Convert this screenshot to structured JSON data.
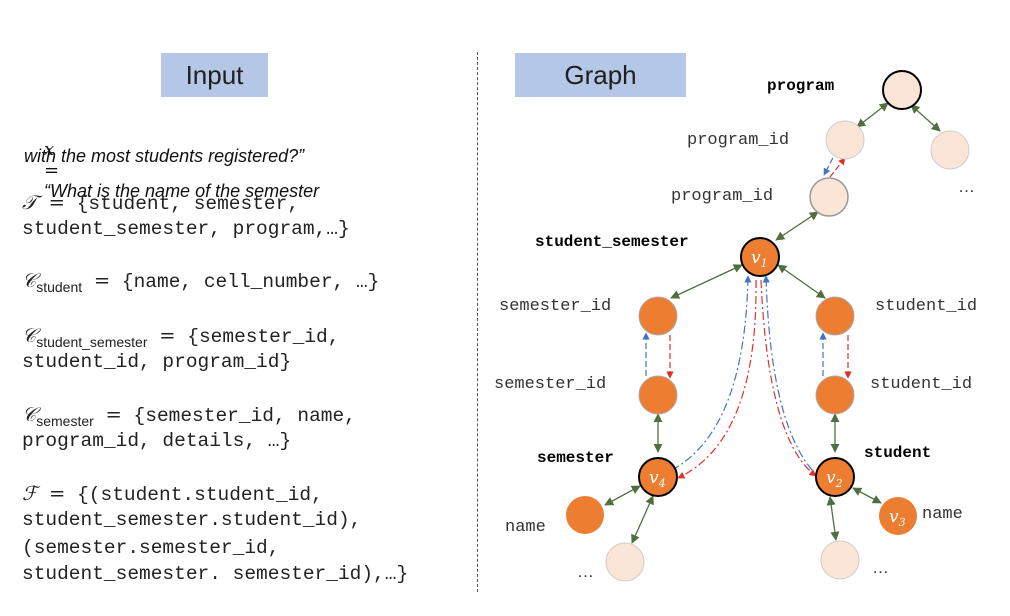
{
  "left_panel": {
    "title": "Input",
    "query_line1": "“What is the name of the semester",
    "query_line2": "with the most students registered?”",
    "query_symbol": "x",
    "tables_symbol": "𝒯",
    "tables_line1": "{student, semester,",
    "tables_line2": "student_semester, program,…}",
    "c_student_symbol": "𝒞",
    "c_student_sub": "student",
    "c_student_value": "{name, cell_number, …}",
    "c_ss_symbol": "𝒞",
    "c_ss_sub": "student_semester",
    "c_ss_line1": "{semester_id,",
    "c_ss_line2": "student_id, program_id}",
    "c_sem_symbol": "𝒞",
    "c_sem_sub": "semester",
    "c_sem_line1": "{semester_id, name,",
    "c_sem_line2": "program_id, details, …}",
    "fk_symbol": "ℱ",
    "fk_line1": "{(student.student_id,",
    "fk_line2": "student_semester.student_id),",
    "fk_line3": "(semester.semester_id,",
    "fk_line4": "student_semester. semester_id),…}",
    "equals": "="
  },
  "right_panel": {
    "title": "Graph",
    "labels": {
      "program": "program",
      "program_id_top": "program_id",
      "program_id_bottom": "program_id",
      "student_semester": "student_semester",
      "semester_id_top": "semester_id",
      "semester_id_bottom": "semester_id",
      "student_id_top": "student_id",
      "student_id_bottom": "student_id",
      "semester": "semester",
      "student": "student",
      "name_left": "name",
      "name_right": "name",
      "ellipsis_top": "…",
      "ellipsis_bottom_left": "…",
      "ellipsis_bottom_right": "…"
    },
    "node_labels": {
      "v1": "v",
      "v1_sub": "1",
      "v2": "v",
      "v2_sub": "2",
      "v3": "v",
      "v3_sub": "3",
      "v4": "v",
      "v4_sub": "4"
    },
    "colors": {
      "node_orange": "#ed7d31",
      "node_light": "#fbe5d6",
      "edge": "#4f6f3f",
      "dash_red": "#e0302a",
      "dash_blue": "#4472c4",
      "title_bg": "#b4c7e7"
    }
  }
}
